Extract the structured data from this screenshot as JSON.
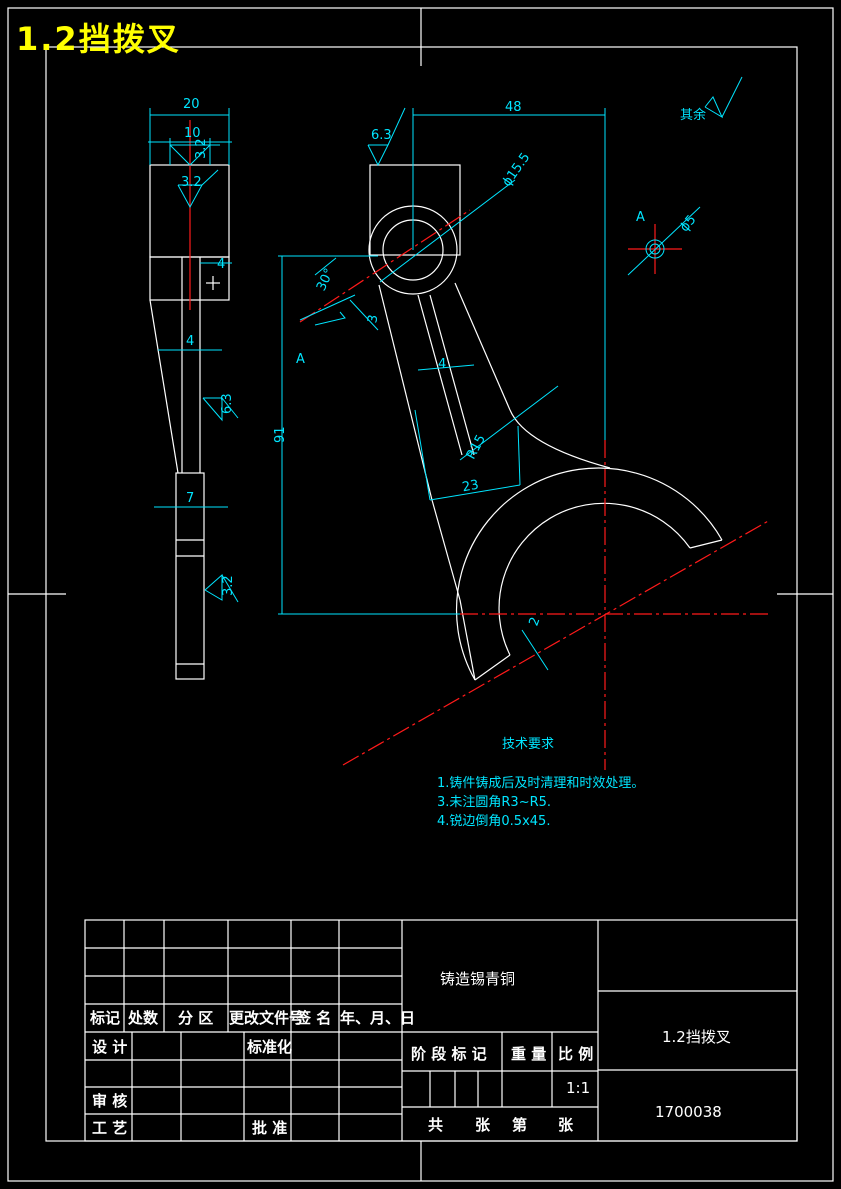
{
  "page_title": "1.2挡拨叉",
  "dimensions": {
    "d20": "20",
    "d10": "10",
    "d3_2a": "3.2",
    "d3_2b": "3.2",
    "d4a": "4",
    "d4b": "4",
    "d6_3a": "6.3",
    "d7": "7",
    "d3_2c": "3.2",
    "d91": "91",
    "d48": "48",
    "d6_3b": "6.3",
    "d15_5": "ϕ15.5",
    "dA1": "A",
    "d5": "ϕ5",
    "d30": "30°",
    "d3": "3",
    "dA2": "A",
    "d4c": "4",
    "dR15": "R15",
    "d23": "23",
    "d2": "2",
    "rest": "其余"
  },
  "notes": {
    "heading": "技术要求",
    "line1": "1.铸件铸成后及时清理和时效处理。",
    "line2": "3.未注圆角R3~R5.",
    "line3": "4.锐边倒角0.5x45."
  },
  "title_block": {
    "material": "铸造锡青铜",
    "part_name": "1.2挡拨叉",
    "drawing_no": "1700038",
    "h_mark": "标记",
    "h_count": "处数",
    "h_zone": "分 区",
    "h_docno": "更改文件号",
    "h_sign": "签 名",
    "h_date": "年、月、日",
    "design": "设 计",
    "standard": "标准化",
    "review": "审 核",
    "process": "工 艺",
    "approve": "批 准",
    "stage_mark": "阶 段 标 记",
    "weight": "重 量",
    "scale": "比 例",
    "scale_value": "1:1",
    "total": "共",
    "sheets1": "张",
    "sheet_no": "第",
    "sheets2": "张"
  }
}
